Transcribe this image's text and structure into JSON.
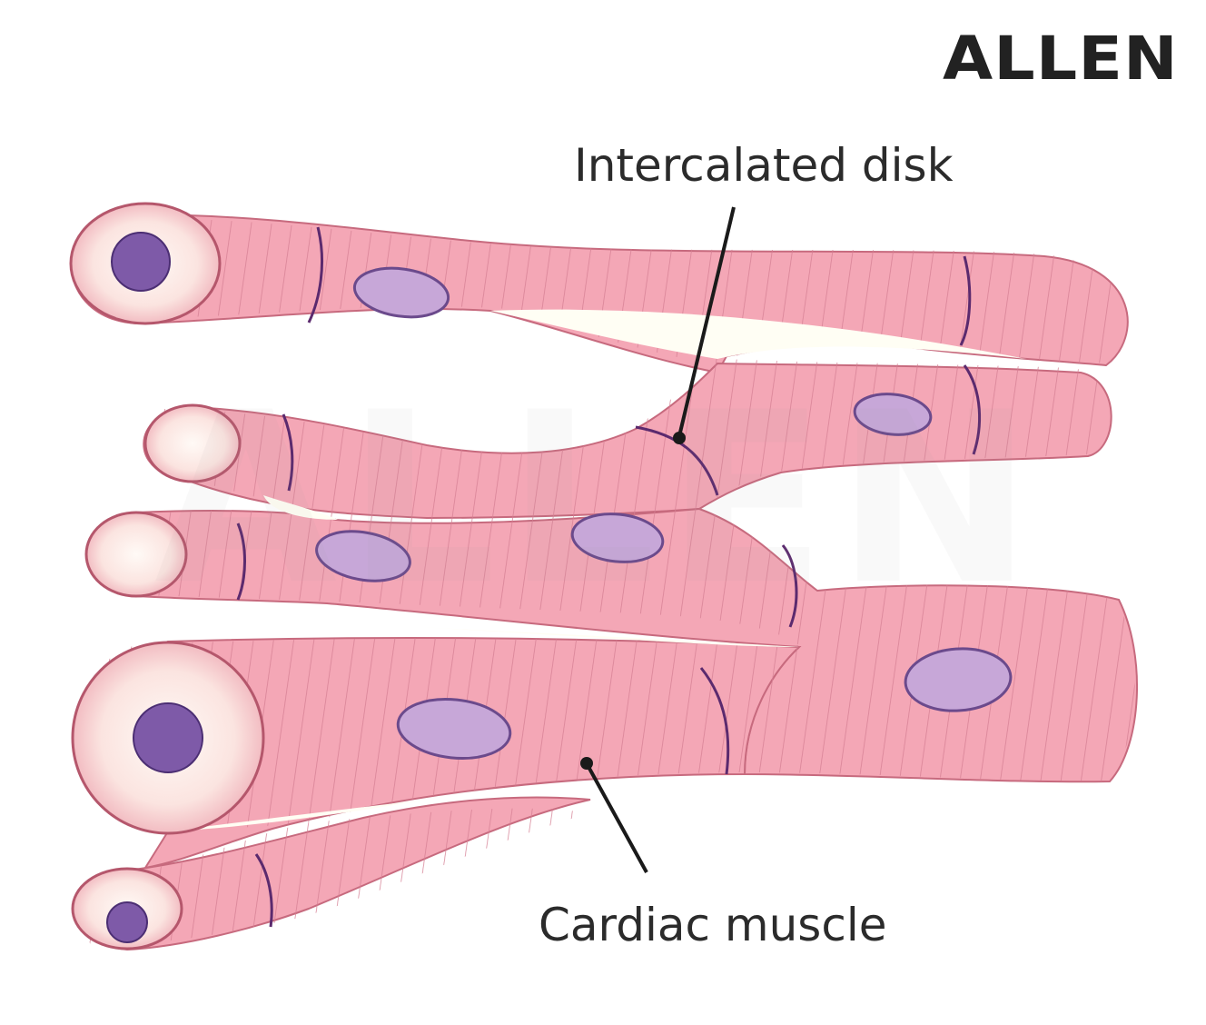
{
  "brand": {
    "logo_text": "ALLEN"
  },
  "labels": {
    "intercalated_disk": "Intercalated disk",
    "cardiac_muscle": "Cardiac muscle"
  },
  "colors": {
    "fiber_fill": "#f4a7b6",
    "fiber_edge": "#c76a7e",
    "striation": "#d57f93",
    "disk": "#5b2a6e",
    "nucleus": "#7e5aa8",
    "cross_section": "#fbe4e0",
    "text": "#2b2b2b"
  }
}
